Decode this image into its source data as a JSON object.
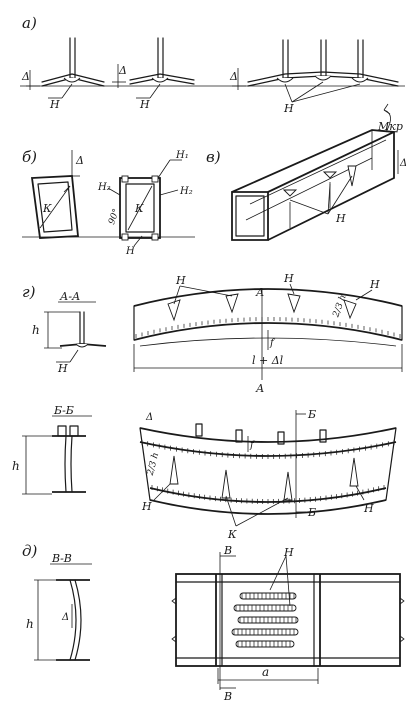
{
  "panels": {
    "a": {
      "label": "а)",
      "delta": [
        "Δ",
        "Δ",
        "Δ"
      ],
      "weld": [
        "Н",
        "Н",
        "Н"
      ]
    },
    "b": {
      "label": "б)",
      "delta": "Δ",
      "weld_k": "К",
      "weld_n1": "Н₁",
      "weld_n2": "Н₂",
      "weld_n3": "Н₂",
      "weld_n4": "Н",
      "angle": "90°"
    },
    "v": {
      "label": "в)",
      "moment": "Мкр",
      "delta": "Δ",
      "weld": "Н"
    },
    "g": {
      "label": "г)",
      "section1": "А-А",
      "section2": "Б-Б",
      "h": "h",
      "weld": "Н",
      "length": "l + Δl",
      "f": "f",
      "weld_leg": "2/3 h",
      "cut_a": "А",
      "cut_b": "Б"
    },
    "d": {
      "label": "д)",
      "section": "В-В",
      "h": "h",
      "delta": "Δ",
      "a": "а",
      "weld": "Н",
      "cut": "В"
    }
  }
}
